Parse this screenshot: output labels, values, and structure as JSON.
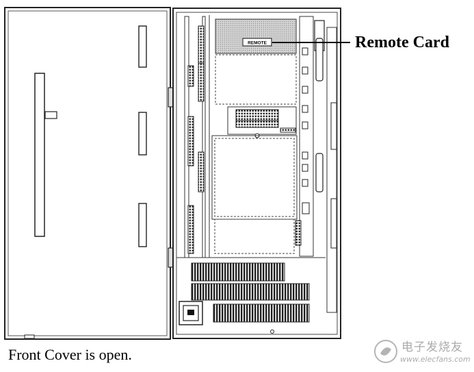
{
  "callout": {
    "label": "Remote Card"
  },
  "card": {
    "label": "REMOTE"
  },
  "caption": "Front Cover is open.",
  "watermark": {
    "text": "电子发烧友",
    "url": "www.elecfans.com"
  }
}
